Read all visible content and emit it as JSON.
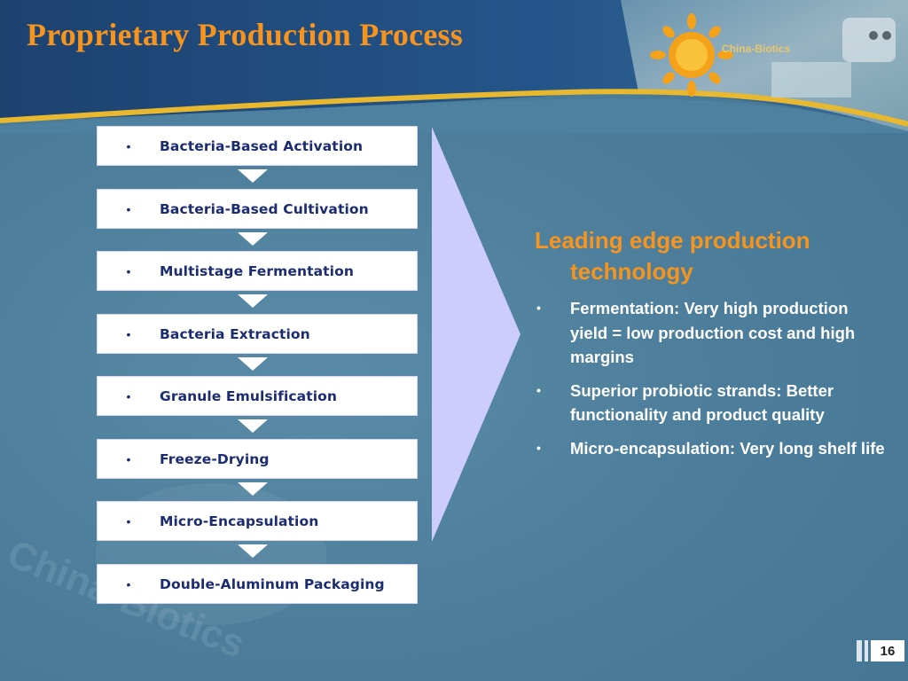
{
  "title": "Proprietary Production Process",
  "brand": "China-Biotics",
  "watermark": "China-Biotics",
  "bullet_glyph": "•",
  "steps": [
    "Bacteria-Based Activation",
    "Bacteria-Based Cultivation",
    "Multistage Fermentation",
    "Bacteria Extraction",
    "Granule Emulsification",
    "Freeze-Drying",
    "Micro-Encapsulation",
    "Double-Aluminum Packaging"
  ],
  "right": {
    "heading": "Leading edge production technology",
    "bullets": [
      "Fermentation: Very high production yield = low production cost and high margins",
      "Superior probiotic strands: Better functionality and product quality",
      "Micro-encapsulation: Very long shelf life"
    ]
  },
  "page_number": "16",
  "colors": {
    "accent": "#f7941d",
    "background": "#4d7f9c",
    "header_dark": "#1f4a78",
    "step_text": "#1c2c70",
    "chevron": "#ccccff"
  }
}
